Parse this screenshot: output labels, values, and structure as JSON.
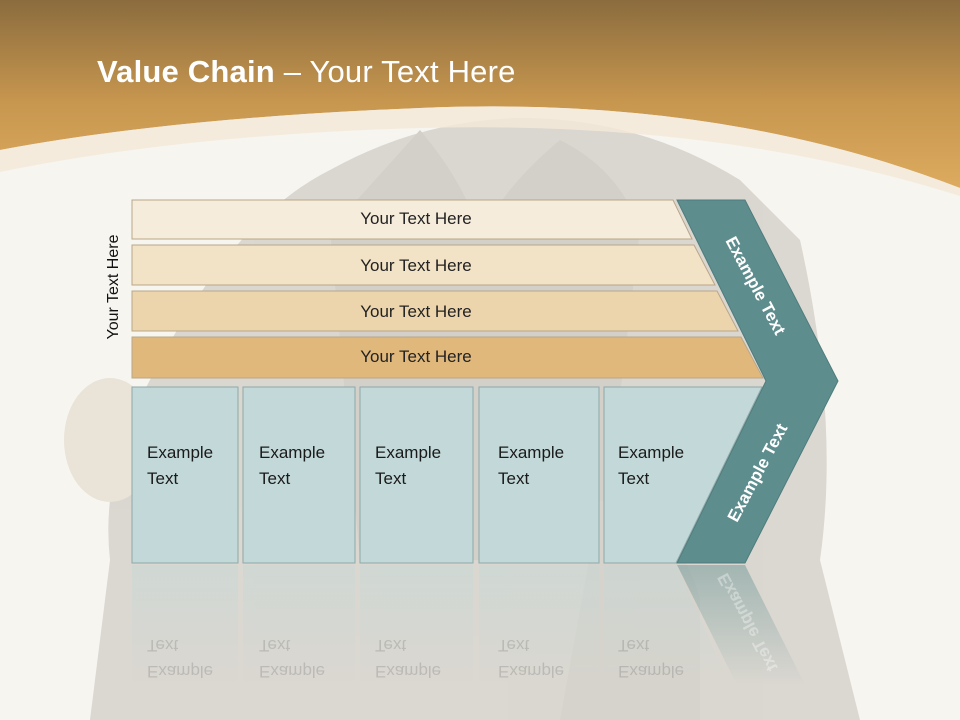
{
  "slide": {
    "title_bold": "Value Chain",
    "title_rest": " – Your Text Here",
    "vertical_label": "Your Text Here",
    "support_bars": [
      {
        "label": "Your Text Here"
      },
      {
        "label": "Your Text Here"
      },
      {
        "label": "Your Text Here"
      },
      {
        "label": "Your Text Here"
      }
    ],
    "primary_boxes": [
      {
        "line1": "Example",
        "line2": "Text"
      },
      {
        "line1": "Example",
        "line2": "Text"
      },
      {
        "line1": "Example",
        "line2": "Text"
      },
      {
        "line1": "Example",
        "line2": "Text"
      },
      {
        "line1": "Example",
        "line2": "Text"
      }
    ],
    "chevron_upper": "Example Text",
    "chevron_lower": "Example Text"
  },
  "colors": {
    "header_gold": "#d4a458",
    "bar_1": "#f6ecdc",
    "bar_2": "#f2e2c6",
    "bar_3": "#ecd5ad",
    "bar_4": "#e0b87c",
    "box_fill": "#c3d8d8",
    "chevron_teal": "#5e8d8e"
  }
}
